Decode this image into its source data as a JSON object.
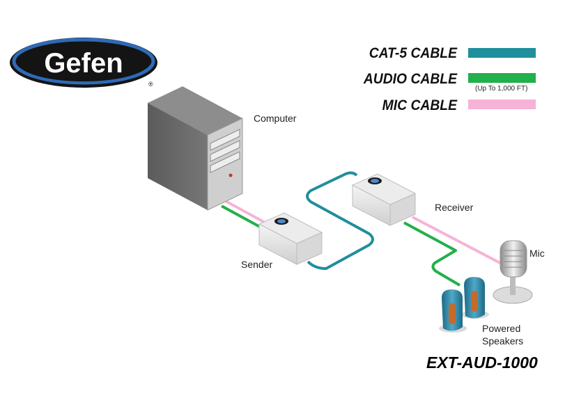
{
  "brand": {
    "name": "Gefen",
    "registered_mark": "®",
    "color_oval": "#111111",
    "color_band": "#2e6bb7"
  },
  "legend": [
    {
      "label": "CAT-5 CABLE",
      "color": "#1f8f9b",
      "note": ""
    },
    {
      "label": "AUDIO CABLE",
      "color": "#22b04a",
      "note": "(Up To 1,000 FT)"
    },
    {
      "label": "MIC CABLE",
      "color": "#f6b3d6",
      "note": ""
    }
  ],
  "devices": {
    "computer": "Computer",
    "sender": "Sender",
    "receiver": "Receiver",
    "mic": "Mic",
    "speakers_line1": "Powered",
    "speakers_line2": "Speakers"
  },
  "model": "EXT-AUD-1000"
}
